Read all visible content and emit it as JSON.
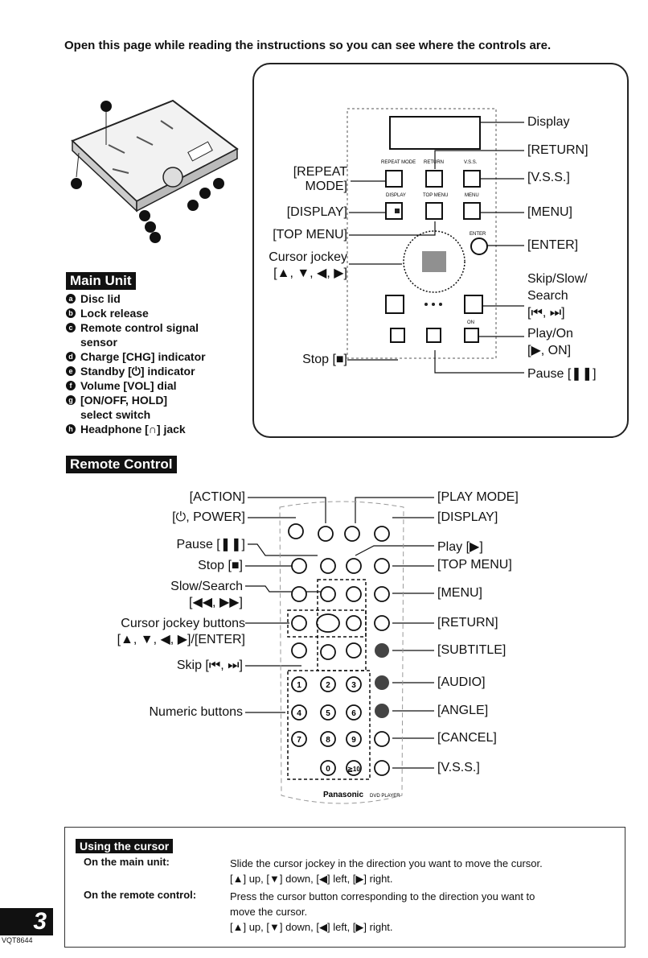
{
  "header": {
    "note": "Open this page while reading the instructions so you can see where the controls are."
  },
  "main_unit": {
    "heading": "Main Unit",
    "parts": [
      {
        "letter": "a",
        "label": "Disc lid"
      },
      {
        "letter": "b",
        "label": "Lock release"
      },
      {
        "letter": "c",
        "label": "Remote control signal sensor"
      },
      {
        "letter": "d",
        "label": "Charge [CHG] indicator"
      },
      {
        "letter": "e",
        "label": "Standby [⏻] indicator"
      },
      {
        "letter": "f",
        "label": "Volume [VOL] dial"
      },
      {
        "letter": "g",
        "label": "[ON/OFF, HOLD] select switch"
      },
      {
        "letter": "h",
        "label": "Headphone [∩] jack"
      }
    ],
    "panel_labels": {
      "display": "Display",
      "return": "[RETURN]",
      "repeat_mode_1": "[REPEAT",
      "repeat_mode_2": "MODE]",
      "vss": "[V.S.S.]",
      "disp": "[DISPLAY]",
      "menu": "[MENU]",
      "top_menu": "[TOP MENU]",
      "enter": "[ENTER]",
      "cursor_1": "Cursor jockey",
      "cursor_2": "[▲, ▼, ◀, ▶]",
      "skip_1": "Skip/Slow/",
      "skip_2": "Search",
      "skip_3": "[⏮, ⏭]",
      "play_1": "Play/On",
      "play_2": "[▶, ON]",
      "stop": "Stop [■]",
      "pause": "Pause [❚❚]"
    },
    "button_tags": {
      "repeat_mode": "REPEAT MODE",
      "return": "RETURN",
      "vss": "V.S.S.",
      "display": "DISPLAY",
      "top_menu": "TOP MENU",
      "menu": "MENU",
      "enter": "ENTER",
      "on": "ON"
    }
  },
  "remote": {
    "heading": "Remote Control",
    "left_labels": {
      "action": "[ACTION]",
      "power": "[⏻, POWER]",
      "pause": "Pause [❚❚]",
      "stop": "Stop [■]",
      "slow_1": "Slow/Search",
      "slow_2": "[◀◀, ▶▶]",
      "cursor_1": "Cursor jockey buttons",
      "cursor_2": "[▲, ▼, ◀, ▶]/[ENTER]",
      "skip": "Skip [⏮, ⏭]",
      "numeric": "Numeric buttons"
    },
    "right_labels": {
      "play_mode": "[PLAY MODE]",
      "display": "[DISPLAY]",
      "play": "Play [▶]",
      "top_menu": "[TOP MENU]",
      "menu": "[MENU]",
      "return": "[RETURN]",
      "subtitle": "[SUBTITLE]",
      "audio": "[AUDIO]",
      "angle": "[ANGLE]",
      "cancel": "[CANCEL]",
      "vss": "[V.S.S.]"
    },
    "numbers": [
      "1",
      "2",
      "3",
      "4",
      "5",
      "6",
      "7",
      "8",
      "9",
      "0",
      "≧10"
    ],
    "brand": "Panasonic",
    "product": "DVD PLAYER"
  },
  "cursor_usage": {
    "heading": "Using the cursor",
    "rows": [
      {
        "label": "On the main unit:",
        "lines": [
          "Slide the cursor jockey in the direction you want to move the cursor.",
          "[▲] up, [▼] down, [◀] left, [▶] right."
        ]
      },
      {
        "label": "On the remote control:",
        "lines": [
          "Press the cursor button corresponding to the direction you want to",
          "move the cursor.",
          "[▲] up, [▼] down, [◀] left, [▶] right."
        ]
      }
    ]
  },
  "footer": {
    "page": "3",
    "code": "VQT8644"
  }
}
